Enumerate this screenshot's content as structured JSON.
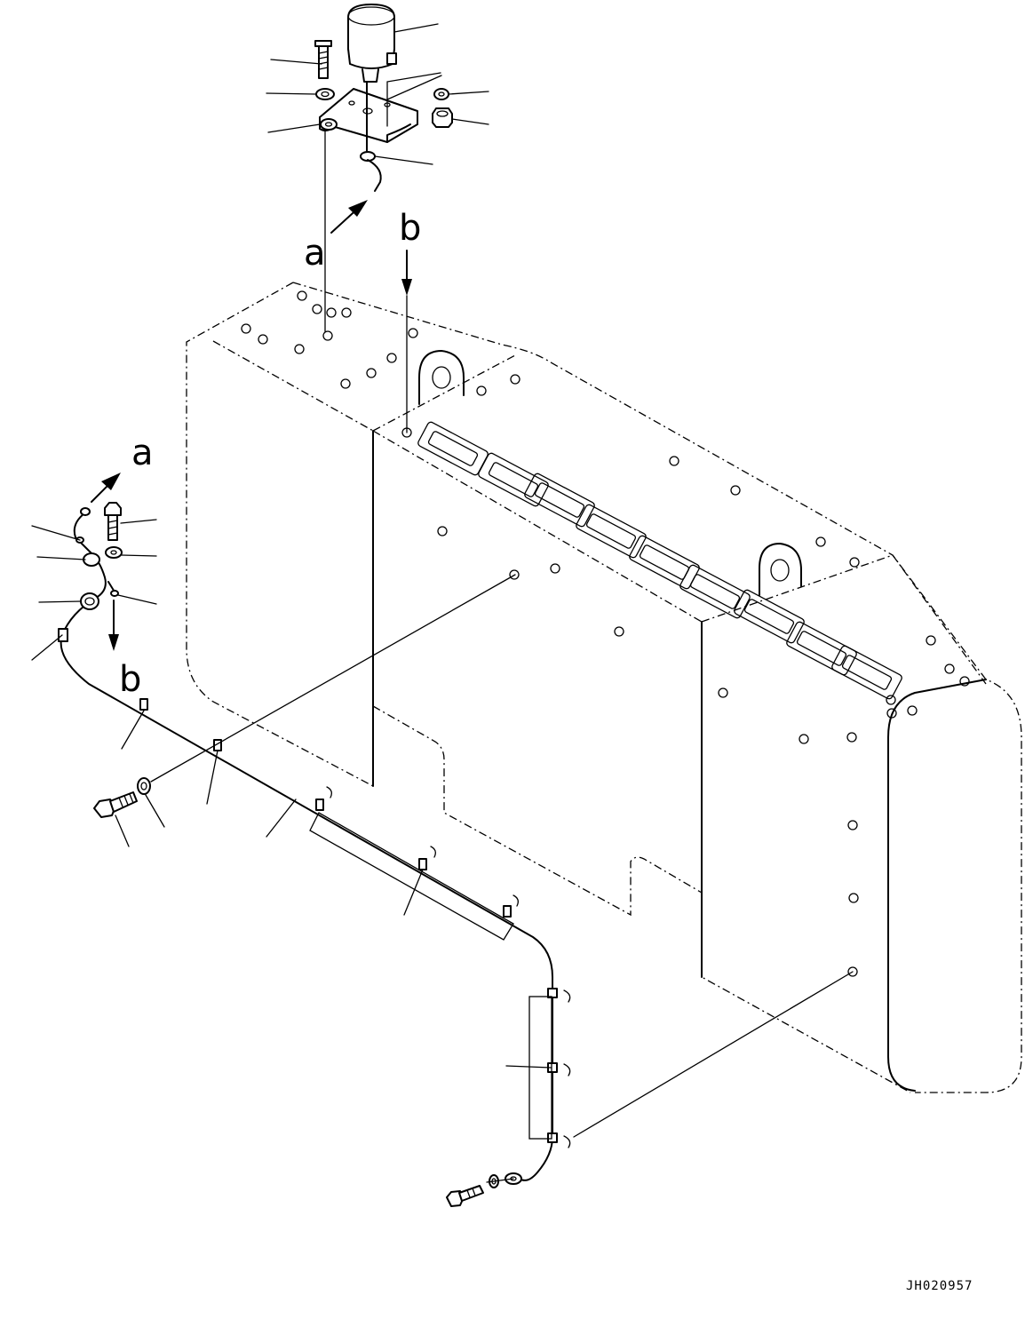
{
  "labels": {
    "view_a_top": "a",
    "view_b_top": "b",
    "view_a_left": "a",
    "view_b_left": "b"
  },
  "drawing_number": "JH020957"
}
